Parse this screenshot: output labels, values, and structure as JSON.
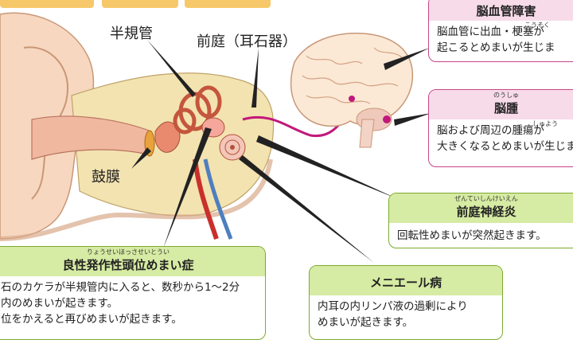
{
  "labels": {
    "semicircular_canals": "半規管",
    "vestibule": "前庭（耳石器）",
    "eardrum": "鼓膜"
  },
  "boxes": {
    "cerebrovascular": {
      "title": "脳血管障害",
      "body": [
        "脳血管に出血・梗塞が",
        "起こるとめまいが生じま"
      ],
      "ruby_kousoku": "こうそく"
    },
    "brain_tumor": {
      "title": "脳腫",
      "ruby": "のうしゅ",
      "body": [
        "脳および周辺の腫瘍が",
        "大きくなるとめまいが生じま"
      ],
      "ruby_shuyou": "しゅよう"
    },
    "vestibular_neuritis": {
      "title": "前庭神経炎",
      "ruby": "ぜんていしんけいえん",
      "body": [
        "回転性めまいが突然起きます。"
      ]
    },
    "meniere": {
      "title": "メニエール病",
      "body": [
        "内耳の内リンパ液の過剰により",
        "めまいが起きます。"
      ]
    },
    "bppv": {
      "title": "良性発作性頭位めまい症",
      "ruby": "りょうせいほっさせいとうい",
      "body": [
        "石のカケラが半規管内に入ると、数秒から1〜2分",
        "内のめまいが起きます。",
        "位をかえると再びめまいが起きます。"
      ]
    }
  },
  "colors": {
    "pink_border": "#c8458a",
    "pink_fill": "#f7dbe9",
    "green_border": "#7cab2c",
    "green_fill": "#d6eba3",
    "nerve": "#c2187a"
  }
}
